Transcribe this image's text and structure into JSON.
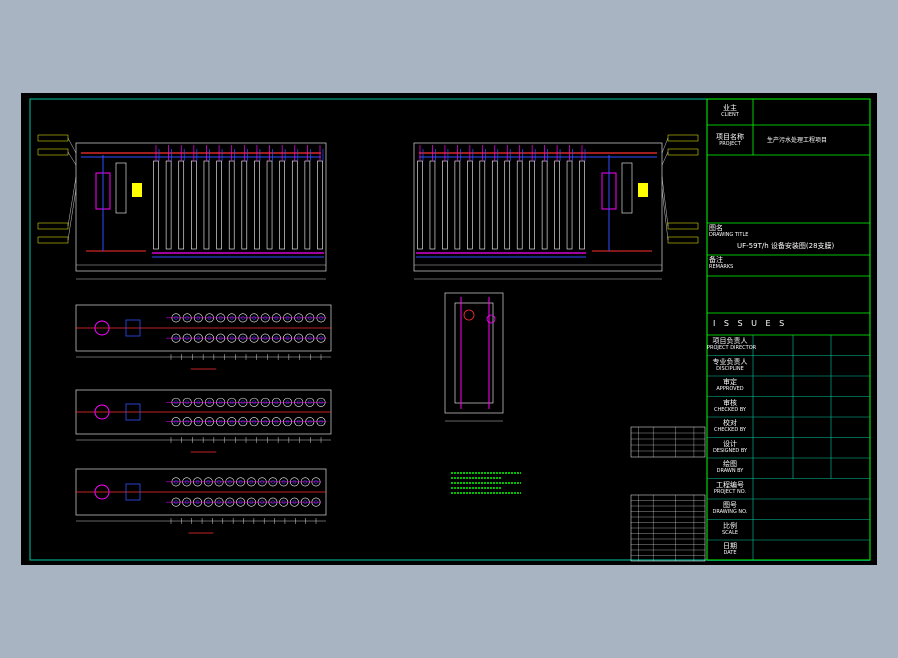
{
  "colors": {
    "background": "#a9b4c3",
    "viewport": "#000000",
    "frame": "#00c8a0",
    "titleblock": "#00ff00",
    "text": "#ffffff",
    "magenta": "#ff00ff",
    "blue": "#3050ff",
    "yellow": "#ffff00",
    "pipe_red": "#ff3030",
    "green_note": "#00ff00",
    "gray_line": "#c0c0c0"
  },
  "titleblock": {
    "client_cn": "业主",
    "client_en": "CLIENT",
    "project_cn": "项目名称",
    "project_en": "PROJECT",
    "project_value": "生产污水处理工程项目",
    "drawing_cn": "图名",
    "drawing_en": "DRAWING TITLE",
    "drawing_value": "UF-59T/h 设备安装图(28支膜)",
    "remark_cn": "备注",
    "remark_en": "REMARKS",
    "issues": "I S S U E S",
    "rows": [
      {
        "cn": "项目负责人",
        "en": "PROJECT DIRECTOR"
      },
      {
        "cn": "专业负责人",
        "en": "DISCIPLINE"
      },
      {
        "cn": "审定",
        "en": "APPROVED"
      },
      {
        "cn": "审核",
        "en": "CHECKED BY"
      },
      {
        "cn": "校对",
        "en": "CHECKED BY"
      },
      {
        "cn": "设计",
        "en": "DESIGNED BY"
      },
      {
        "cn": "绘图",
        "en": "DRAWN BY"
      },
      {
        "cn": "工程编号",
        "en": "PROJECT NO."
      },
      {
        "cn": "图号",
        "en": "DRAWING NO."
      },
      {
        "cn": "比例",
        "en": "SCALE"
      },
      {
        "cn": "日期",
        "en": "DATE"
      }
    ]
  },
  "icons": [
    "membrane-column-icon",
    "pump-icon",
    "valve-icon",
    "flow-arrow-icon"
  ]
}
